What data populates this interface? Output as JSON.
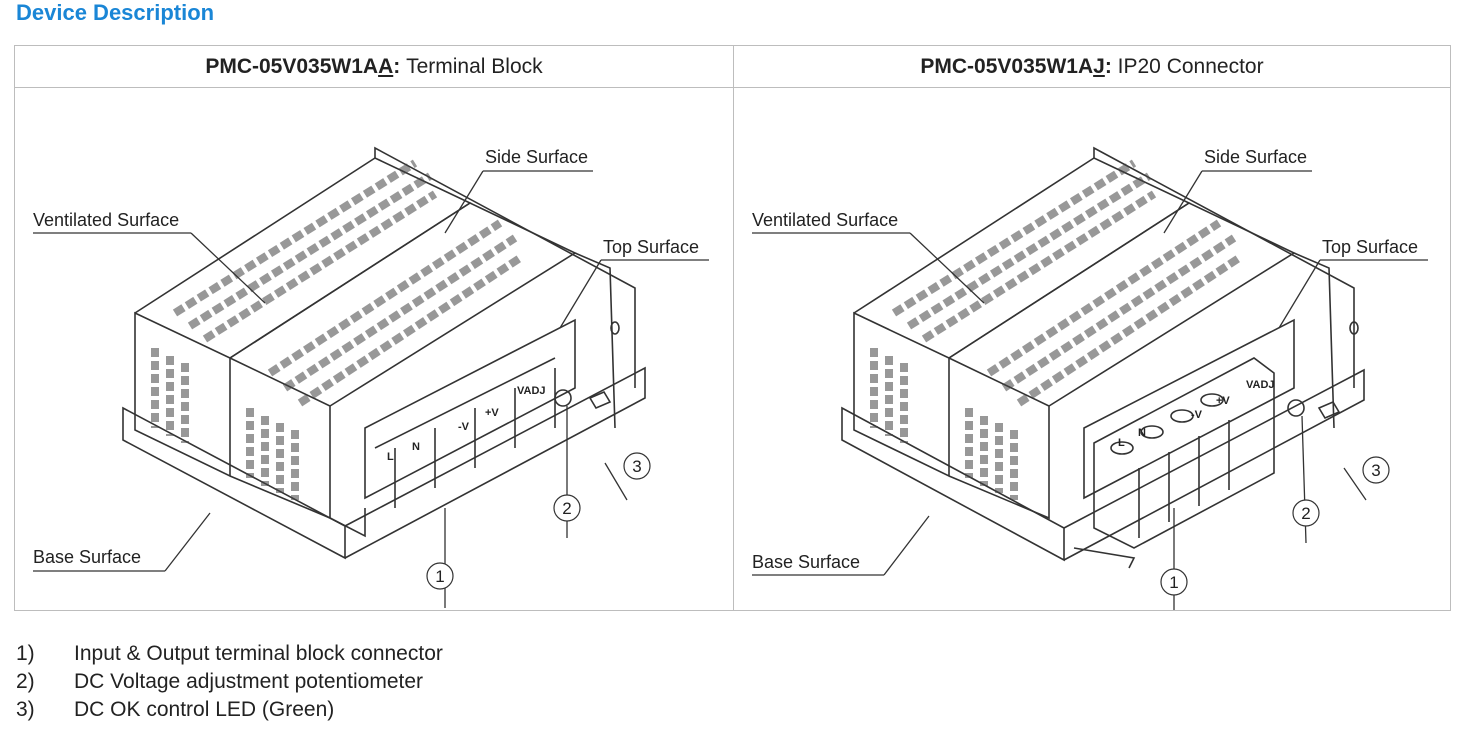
{
  "heading": "Device Description",
  "columns": [
    {
      "model_prefix": "PMC-05V035W1A",
      "model_code": "A",
      "model_colon": ":",
      "type": "Terminal Block"
    },
    {
      "model_prefix": "PMC-05V035W1A",
      "model_code": "J",
      "model_colon": ":",
      "type": "IP20 Connector"
    }
  ],
  "labels": {
    "side": "Side Surface",
    "ventilated": "Ventilated Surface",
    "top": "Top Surface",
    "base": "Base Surface"
  },
  "callouts": [
    "1",
    "2",
    "3"
  ],
  "terminal_marks": {
    "l": "L",
    "n": "N",
    "minus_v": "-V",
    "plus_v": "+V",
    "vadj": "VADJ"
  },
  "legend": [
    {
      "num": "1)",
      "text": "Input & Output terminal block connector"
    },
    {
      "num": "2)",
      "text": "DC Voltage adjustment potentiometer"
    },
    {
      "num": "3)",
      "text": "DC OK control LED (Green)"
    }
  ]
}
